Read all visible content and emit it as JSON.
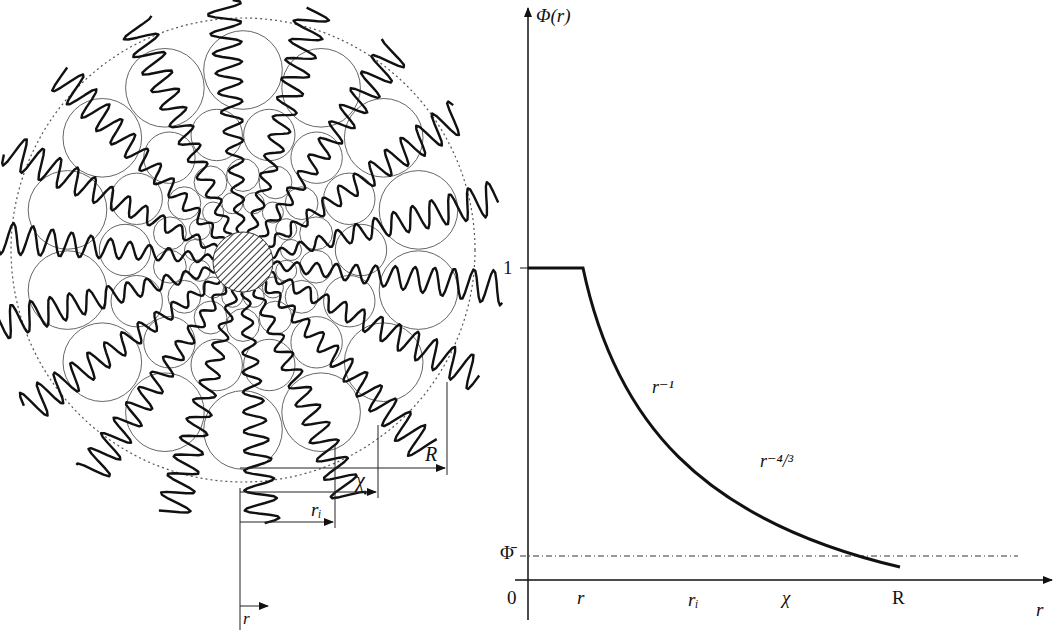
{
  "diagram": {
    "labels": [
      "R",
      "χ",
      "rᵢ",
      "r",
      "Φ(r)",
      "1",
      "r⁻¹",
      "r⁻⁴/³",
      "Φ̄",
      "0",
      "r",
      "rᵢ",
      "χ",
      "R",
      "r"
    ]
  }
}
